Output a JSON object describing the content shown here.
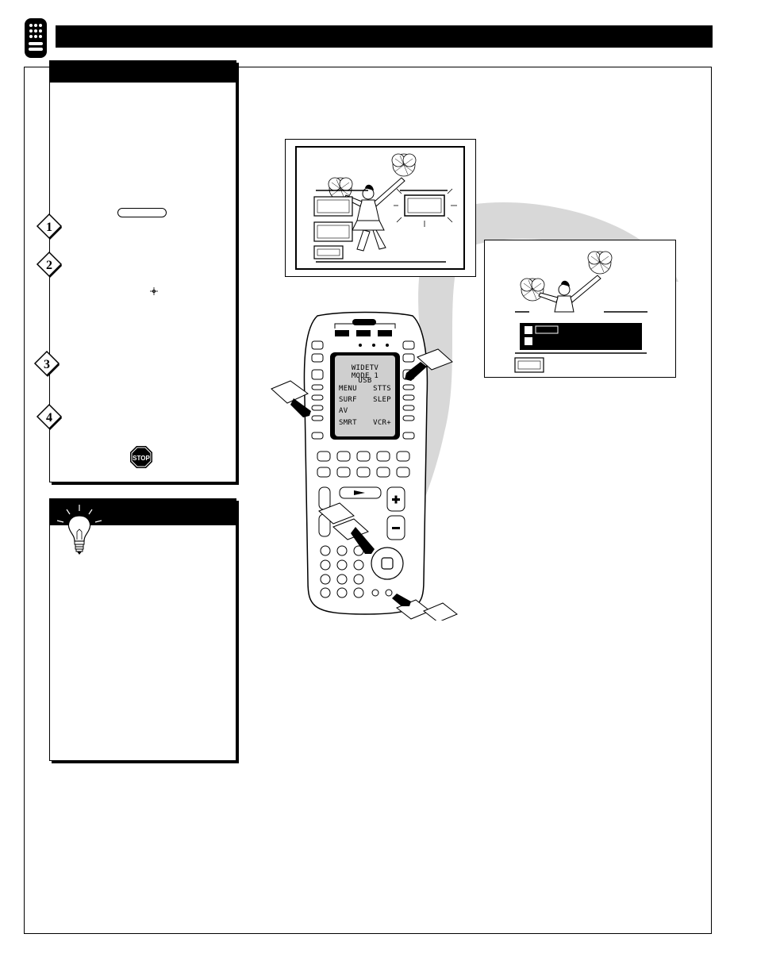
{
  "icons": {
    "header_icon": "remote-control-icon",
    "step_badges": [
      "1",
      "2",
      "3",
      "4"
    ],
    "tip_icon": "light-bulb-icon",
    "stop_icon": "stop-sign-icon",
    "move_icon": "four-way-arrow-icon"
  },
  "stop_sign": {
    "label": "STOP"
  },
  "remote": {
    "lcd_title": "WIDETV",
    "lcd_mode": "MODE 1",
    "lcd_small": "USB",
    "lcd_left": [
      "MENU",
      "SURF",
      "AV",
      "SMRT"
    ],
    "lcd_right": [
      "STTS",
      "SLEP",
      "",
      "VCR+"
    ]
  },
  "colors": {
    "panel_header": "#000000",
    "swoosh": "#d8d8d8"
  }
}
